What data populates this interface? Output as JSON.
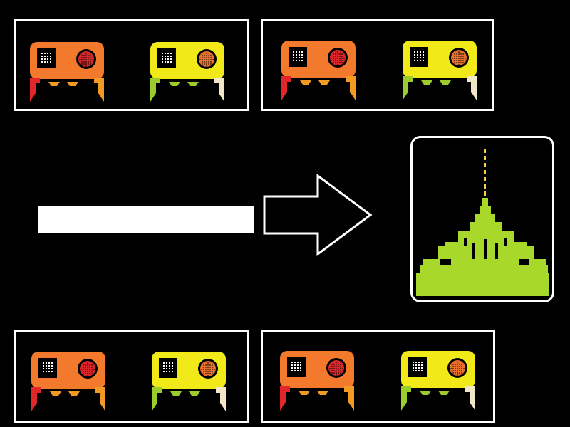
{
  "colors": {
    "background": "#000000",
    "frame": "#ffffff",
    "robot_orange": "#f37a2c",
    "robot_yellow": "#f2ea18",
    "eye_red": "#d8262a",
    "eye_orange": "#e86e2e",
    "window": "#ffffff",
    "foot_red": "#e3262a",
    "foot_orange": "#f39a24",
    "foot_green": "#9ccc2c",
    "foot_cream": "#f1e6c8",
    "castle_green": "#a8d82a",
    "laser": "#f3d24a"
  },
  "panels": [
    {
      "id": "top-left",
      "robots": [
        "orange",
        "yellow"
      ]
    },
    {
      "id": "top-right",
      "robots": [
        "orange",
        "yellow"
      ]
    },
    {
      "id": "bottom-left",
      "robots": [
        "orange",
        "yellow"
      ]
    },
    {
      "id": "bottom-right",
      "robots": [
        "orange",
        "yellow"
      ]
    }
  ],
  "icons": {
    "progress": "white-bar",
    "direction": "outlined-arrow-right",
    "result": "green-castle-with-laser"
  }
}
